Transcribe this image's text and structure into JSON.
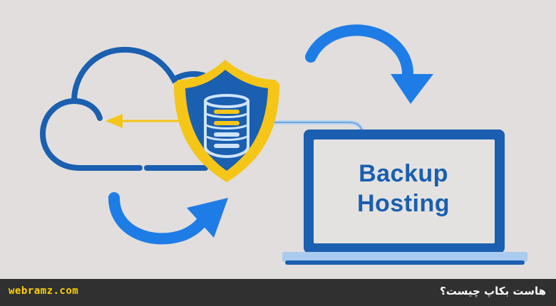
{
  "illustration": {
    "laptop_screen_text": {
      "line1": "Backup",
      "line2": "Hosting"
    },
    "colors": {
      "background": "#e1dedd",
      "primary_blue": "#1a5fb0",
      "arrow_blue": "#1e7ce6",
      "shield_gold": "#f5c518",
      "footer_bg": "#303030",
      "brand_yellow": "#ffcf00"
    },
    "icons": [
      "cloud-icon",
      "shield-icon",
      "database-icon",
      "laptop-icon",
      "curved-arrow-icon",
      "left-arrow-icon"
    ]
  },
  "footer": {
    "brand": "webramz.com",
    "caption": "هاست بکاپ چیست؟"
  }
}
